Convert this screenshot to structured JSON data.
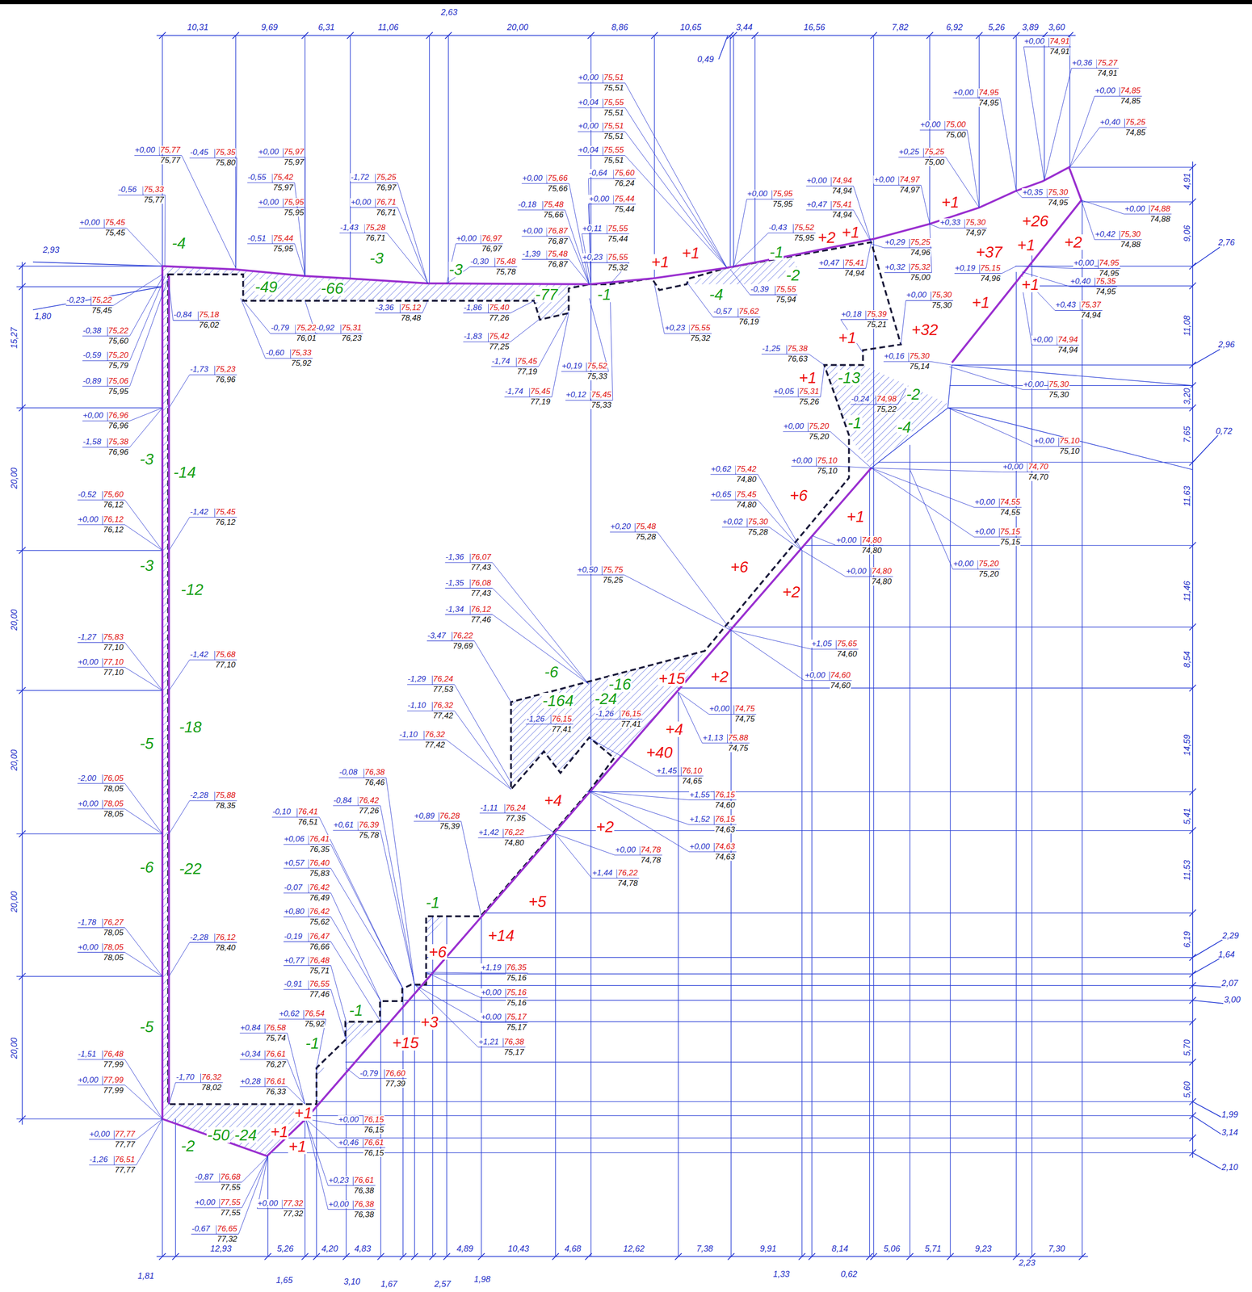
{
  "diagram": {
    "labels": [
      "+0,00",
      "75,77",
      "75,77",
      "-0,45",
      "75,35",
      "75,80",
      "-0,56",
      "75,33",
      "75,77",
      "+0,00",
      "75,45",
      "75,45",
      "-0,23",
      "75,22",
      "75,45",
      "-0,38",
      "75,22",
      "75,60",
      "-0,59",
      "75,20",
      "75,79",
      "-0,89",
      "75,06",
      "75,95",
      "-0,84",
      "75,18",
      "76,02",
      "+0,00",
      "75,97",
      "75,97",
      "-0,55",
      "75,42",
      "75,97",
      "+0,00",
      "75,95",
      "75,95",
      "-0,51",
      "75,44",
      "75,95",
      "-0,79",
      "75,22",
      "76,01",
      "-0,92",
      "75,31",
      "76,23",
      "-0,60",
      "75,33",
      "75,92",
      "-1,72",
      "75,25",
      "76,97",
      "+0,00",
      "76,71",
      "76,71",
      "-1,43",
      "75,28",
      "76,71",
      "-3,36",
      "75,12",
      "78,48",
      "+0,00",
      "76,97",
      "76,97",
      "-0,30",
      "75,48",
      "75,78",
      "-1,86",
      "75,40",
      "77,26",
      "-1,83",
      "75,42",
      "77,25",
      "-1,74",
      "75,45",
      "77,19",
      "-1,74",
      "75,45",
      "77,19",
      "+0,00",
      "75,66",
      "75,66",
      "-0,18",
      "75,48",
      "75,66",
      "+0,00",
      "76,87",
      "76,87",
      "-1,39",
      "75,48",
      "76,87",
      "+0,19",
      "75,52",
      "75,33",
      "+0,12",
      "75,45",
      "75,33",
      "+0,00",
      "75,51",
      "75,51",
      "+0,04",
      "75,55",
      "75,51",
      "+0,00",
      "75,51",
      "75,51",
      "+0,04",
      "75,55",
      "75,51",
      "-0,64",
      "75,60",
      "76,24",
      "+0,00",
      "75,44",
      "75,44",
      "+0,11",
      "75,55",
      "75,44",
      "+0,23",
      "75,55",
      "75,32",
      "+0,23",
      "75,55",
      "75,32",
      "-0,57",
      "75,62",
      "76,19",
      "-0,39",
      "75,55",
      "75,94",
      "+0,00",
      "75,95",
      "75,95",
      "-0,43",
      "75,52",
      "75,95",
      "+0,00",
      "74,94",
      "74,94",
      "+0,47",
      "75,41",
      "74,94",
      "+0,47",
      "75,41",
      "74,94",
      "+0,00",
      "74,97",
      "74,97",
      "+0,29",
      "75,25",
      "74,96",
      "+0,32",
      "75,32",
      "75,00",
      "+0,00",
      "75,00",
      "75,00",
      "+0,25",
      "75,25",
      "75,00",
      "+0,33",
      "75,30",
      "74,97",
      "+0,00",
      "74,95",
      "74,95",
      "+0,00",
      "74,91",
      "74,91",
      "+0,36",
      "75,27",
      "74,91",
      "+0,00",
      "74,85",
      "74,85",
      "+0,40",
      "75,25",
      "74,85",
      "+0,35",
      "75,30",
      "74,95",
      "+0,00",
      "74,88",
      "74,88",
      "+0,42",
      "75,30",
      "74,88",
      "+0,19",
      "75,15",
      "74,96",
      "+0,00",
      "74,95",
      "74,95",
      "+0,40",
      "75,35",
      "74,95",
      "+0,43",
      "75,37",
      "74,94",
      "+0,00",
      "74,94",
      "74,94",
      "+0,00",
      "75,30",
      "75,30",
      "+0,18",
      "75,39",
      "75,21",
      "+0,16",
      "75,30",
      "75,14",
      "-1,25",
      "75,38",
      "76,63",
      "+0,05",
      "75,31",
      "75,26",
      "-0,24",
      "74,98",
      "75,22",
      "+0,00",
      "75,20",
      "75,20",
      "+0,00",
      "75,10",
      "75,10",
      "+0,00",
      "75,30",
      "75,30",
      "+0,00",
      "75,10",
      "75,10",
      "+0,00",
      "74,70",
      "74,70",
      "+0,00",
      "74,55",
      "74,55",
      "+0,00",
      "75,15",
      "75,15",
      "+0,00",
      "75,20",
      "75,20",
      "+0,62",
      "75,42",
      "74,80",
      "+0,65",
      "75,45",
      "74,80",
      "+0,02",
      "75,30",
      "75,28",
      "+0,00",
      "74,80",
      "74,80",
      "+0,00",
      "74,80",
      "74,80",
      "+0,20",
      "75,48",
      "75,28",
      "+0,50",
      "75,75",
      "75,25",
      "+1,05",
      "75,65",
      "74,60",
      "+0,00",
      "74,60",
      "74,60",
      "+0,00",
      "74,75",
      "74,75",
      "+1,13",
      "75,88",
      "74,75",
      "+1,45",
      "76,10",
      "74,65",
      "+1,55",
      "76,15",
      "74,60",
      "+1,52",
      "76,15",
      "74,63",
      "+0,00",
      "74,63",
      "74,63",
      "+0,00",
      "74,78",
      "74,78",
      "+1,44",
      "76,22",
      "74,78",
      "-1,11",
      "76,24",
      "77,35",
      "+1,42",
      "76,22",
      "74,80",
      "+0,89",
      "76,28",
      "75,39",
      "-1,36",
      "76,07",
      "77,43",
      "-1,35",
      "76,08",
      "77,43",
      "-1,34",
      "76,12",
      "77,46",
      "-3,47",
      "76,22",
      "79,69",
      "-1,29",
      "76,24",
      "77,53",
      "-1,10",
      "76,32",
      "77,42",
      "-1,10",
      "76,32",
      "77,42",
      "-1,26",
      "76,15",
      "77,41",
      "-1,26",
      "76,15",
      "77,41",
      "-0,08",
      "76,38",
      "76,46",
      "-0,84",
      "76,42",
      "77,26",
      "+0,61",
      "76,39",
      "75,78",
      "-0,10",
      "76,41",
      "76,51",
      "+0,06",
      "76,41",
      "76,35",
      "+0,57",
      "76,40",
      "75,83",
      "-0,07",
      "76,42",
      "76,49",
      "+0,80",
      "76,42",
      "75,62",
      "-0,19",
      "76,47",
      "76,66",
      "+0,77",
      "76,48",
      "75,71",
      "-0,91",
      "76,55",
      "77,46",
      "+0,62",
      "76,54",
      "75,92",
      "+0,84",
      "76,58",
      "75,74",
      "+0,34",
      "76,61",
      "76,27",
      "+0,28",
      "76,61",
      "76,33",
      "-0,79",
      "76,60",
      "77,39",
      "+1,19",
      "76,35",
      "75,16",
      "+0,00",
      "75,16",
      "75,16",
      "+0,00",
      "75,17",
      "75,17",
      "+1,21",
      "76,38",
      "75,17",
      "+0,00",
      "76,15",
      "76,15",
      "+0,46",
      "76,61",
      "76,15",
      "+0,23",
      "76,61",
      "76,38",
      "+0,00",
      "76,38",
      "76,38",
      "+0,00",
      "77,32",
      "77,32",
      "-0,67",
      "76,65",
      "77,32",
      "+0,00",
      "77,55",
      "77,55",
      "-0,87",
      "76,68",
      "77,55",
      "+0,00",
      "77,77",
      "77,77",
      "-1,26",
      "76,51",
      "77,77",
      "-1,51",
      "76,48",
      "77,99",
      "+0,00",
      "77,99",
      "77,99",
      "-1,70",
      "76,32",
      "78,02",
      "-1,73",
      "75,23",
      "76,96",
      "+0,00",
      "76,96",
      "76,96",
      "-1,58",
      "75,38",
      "76,96",
      "-0,52",
      "75,60",
      "76,12",
      "+0,00",
      "76,12",
      "76,12",
      "-1,42",
      "75,45",
      "76,12",
      "-1,27",
      "75,83",
      "77,10",
      "+0,00",
      "77,10",
      "77,10",
      "-1,42",
      "75,68",
      "77,10",
      "-2,00",
      "76,05",
      "78,05",
      "+0,00",
      "78,05",
      "78,05",
      "-2,28",
      "75,88",
      "78,35",
      "-1,78",
      "76,27",
      "78,05",
      "+0,00",
      "78,05",
      "78,05",
      "-2,28",
      "76,12",
      "78,40",
      "10,31",
      "9,69",
      "6,31",
      "11,06",
      "2,63",
      "20,00",
      "8,86",
      "10,65",
      "3,44",
      "16,56",
      "7,82",
      "6,92",
      "5,26",
      "3,89",
      "3,60",
      "0,49",
      "1,81",
      "12,93",
      "5,26",
      "1,65",
      "4,20",
      "4,83",
      "3,10",
      "1,67",
      "2,57",
      "1,98",
      "4,89",
      "10,43",
      "4,68",
      "12,62",
      "7,38",
      "9,91",
      "1,33",
      "8,14",
      "0,62",
      "5,06",
      "5,71",
      "9,23",
      "2,23",
      "7,30",
      "15,27",
      "20,00",
      "20,00",
      "20,00",
      "20,00",
      "20,00",
      "2,93",
      "1,80",
      "4,91",
      "9,06",
      "11,08",
      "3,20",
      "7,65",
      "11,63",
      "11,46",
      "8,54",
      "14,59",
      "5,41",
      "11,53",
      "6,19",
      "5,70",
      "5,60",
      "2,76",
      "2,96",
      "0,72",
      "2,29",
      "1,64",
      "2,07",
      "3,00",
      "1,99",
      "3,14",
      "2,10",
      "-4",
      "-49",
      "-66",
      "-3",
      "-3",
      "-77",
      "-1",
      "-4",
      "-1",
      "-2",
      "-3",
      "-14",
      "-3",
      "-12",
      "-5",
      "-18",
      "-6",
      "-22",
      "-5",
      "-50",
      "-2",
      "-24",
      "-13",
      "-2",
      "-1",
      "-4",
      "-6",
      "-16",
      "-164",
      "-24",
      "-1",
      "-1",
      "-1",
      "+1",
      "+1",
      "+2",
      "+1",
      "+1",
      "+26",
      "+37",
      "+1",
      "+2",
      "+1",
      "+1",
      "+32",
      "+1",
      "+1",
      "+6",
      "+1",
      "+6",
      "+2",
      "+15",
      "+2",
      "+4",
      "+40",
      "+4",
      "+2",
      "+5",
      "+14",
      "+6",
      "+3",
      "+15",
      "+1",
      "+1",
      "+1"
    ]
  }
}
